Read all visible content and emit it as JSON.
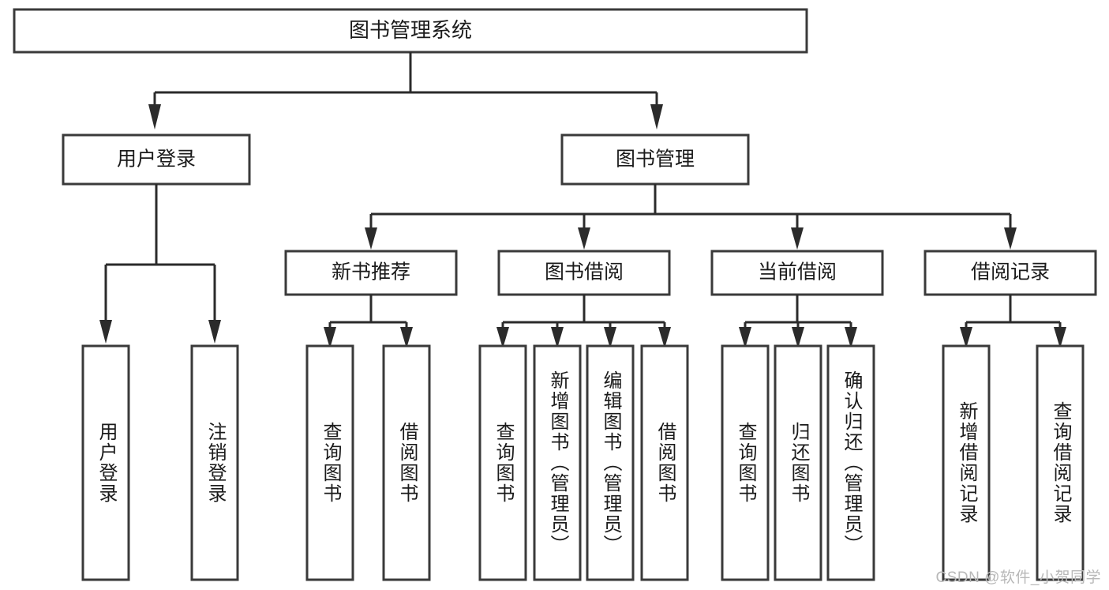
{
  "diagram": {
    "type": "tree",
    "title": "图书管理系统",
    "orientation": "top-down",
    "colors": {
      "box_stroke": "#3a3a3a",
      "connector": "#2b2b2b",
      "background": "#ffffff",
      "text": "#1b1b1b",
      "watermark": "#b8b8b8"
    },
    "root": {
      "label": "图书管理系统"
    },
    "level2": [
      {
        "label": "用户登录"
      },
      {
        "label": "图书管理"
      }
    ],
    "level3": [
      {
        "label": "新书推荐"
      },
      {
        "label": "图书借阅"
      },
      {
        "label": "当前借阅"
      },
      {
        "label": "借阅记录"
      }
    ],
    "leaves": {
      "user_login": [
        {
          "label": "用户登录"
        },
        {
          "label": "注销登录"
        }
      ],
      "new_book": [
        {
          "label": "查询图书"
        },
        {
          "label": "借阅图书"
        }
      ],
      "book_borrow": [
        {
          "label": "查询图书"
        },
        {
          "label": "新增图书（管理员）"
        },
        {
          "label": "编辑图书（管理员）"
        },
        {
          "label": "借阅图书"
        }
      ],
      "current_borrow": [
        {
          "label": "查询图书"
        },
        {
          "label": "归还图书"
        },
        {
          "label": "确认归还（管理员）"
        }
      ],
      "borrow_record": [
        {
          "label": "新增借阅记录"
        },
        {
          "label": "查询借阅记录"
        }
      ]
    }
  },
  "watermark": {
    "text": "CSDN @软件_小贺同学"
  }
}
